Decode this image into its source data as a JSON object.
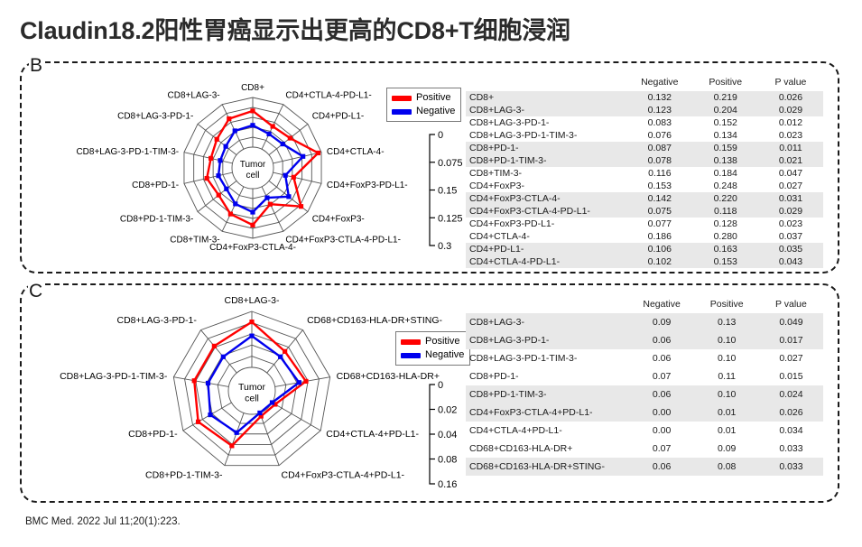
{
  "title": "Claudin18.2阳性胃癌显示出更高的CD8+T细胞浸润",
  "footer": "BMC Med. 2022 Jul 11;20(1):223.",
  "colors": {
    "positive": "#FF0000",
    "negative": "#0000EE",
    "grid": "#555555",
    "shade": "#e8e8e8"
  },
  "legend": {
    "positive_label": "Positive",
    "negative_label": "Negative"
  },
  "panel_b": {
    "letter": "B",
    "center_label_line1": "Tumor",
    "center_label_line2": "cell",
    "scale_ticks": [
      "0",
      "0.075",
      "0.15",
      "0.125",
      "0.3"
    ],
    "table": {
      "headers": [
        "",
        "Negative",
        "Positive",
        "P value"
      ],
      "rows": [
        {
          "name": "CD8+",
          "negative": "0.132",
          "positive": "0.219",
          "p": "0.026"
        },
        {
          "name": "CD8+LAG-3-",
          "negative": "0.123",
          "positive": "0.204",
          "p": "0.029"
        },
        {
          "name": "CD8+LAG-3-PD-1-",
          "negative": "0.083",
          "positive": "0.152",
          "p": "0.012"
        },
        {
          "name": "CD8+LAG-3-PD-1-TIM-3-",
          "negative": "0.076",
          "positive": "0.134",
          "p": "0.023"
        },
        {
          "name": "CD8+PD-1-",
          "negative": "0.087",
          "positive": "0.159",
          "p": "0.011"
        },
        {
          "name": "CD8+PD-1-TIM-3-",
          "negative": "0.078",
          "positive": "0.138",
          "p": "0.021"
        },
        {
          "name": "CD8+TIM-3-",
          "negative": "0.116",
          "positive": "0.184",
          "p": "0.047"
        },
        {
          "name": "CD4+FoxP3-",
          "negative": "0.153",
          "positive": "0.248",
          "p": "0.027"
        },
        {
          "name": "CD4+FoxP3-CTLA-4-",
          "negative": "0.142",
          "positive": "0.220",
          "p": "0.031"
        },
        {
          "name": "CD4+FoxP3-CTLA-4-PD-L1-",
          "negative": "0.075",
          "positive": "0.118",
          "p": "0.029"
        },
        {
          "name": "CD4+FoxP3-PD-L1-",
          "negative": "0.077",
          "positive": "0.128",
          "p": "0.023"
        },
        {
          "name": "CD4+CTLA-4-",
          "negative": "0.186",
          "positive": "0.280",
          "p": "0.037"
        },
        {
          "name": "CD4+PD-L1-",
          "negative": "0.106",
          "positive": "0.163",
          "p": "0.035"
        },
        {
          "name": "CD4+CTLA-4-PD-L1-",
          "negative": "0.102",
          "positive": "0.153",
          "p": "0.043"
        }
      ]
    }
  },
  "panel_c": {
    "letter": "C",
    "center_label_line1": "Tumor",
    "center_label_line2": "cell",
    "scale_ticks": [
      "0",
      "0.02",
      "0.04",
      "0.08",
      "0.16"
    ],
    "table": {
      "headers": [
        "",
        "Negative",
        "Positive",
        "P value"
      ],
      "rows": [
        {
          "name": "CD8+LAG-3-",
          "negative": "0.09",
          "positive": "0.13",
          "p": "0.049"
        },
        {
          "name": "CD8+LAG-3-PD-1-",
          "negative": "0.06",
          "positive": "0.10",
          "p": "0.017"
        },
        {
          "name": "CD8+LAG-3-PD-1-TIM-3-",
          "negative": "0.06",
          "positive": "0.10",
          "p": "0.027"
        },
        {
          "name": "CD8+PD-1-",
          "negative": "0.07",
          "positive": "0.11",
          "p": "0.015"
        },
        {
          "name": "CD8+PD-1-TIM-3-",
          "negative": "0.06",
          "positive": "0.10",
          "p": "0.024"
        },
        {
          "name": "CD4+FoxP3-CTLA-4+PD-L1-",
          "negative": "0.00",
          "positive": "0.01",
          "p": "0.026"
        },
        {
          "name": "CD4+CTLA-4+PD-L1-",
          "negative": "0.00",
          "positive": "0.01",
          "p": "0.034"
        },
        {
          "name": "CD68+CD163-HLA-DR+",
          "negative": "0.07",
          "positive": "0.09",
          "p": "0.033"
        },
        {
          "name": "CD68+CD163-HLA-DR+STING-",
          "negative": "0.06",
          "positive": "0.08",
          "p": "0.033"
        }
      ]
    }
  },
  "chart_data": [
    {
      "id": "radar-b",
      "type": "radar",
      "title": "",
      "center_label": "Tumor cell",
      "axis_max": 0.3,
      "rings": 5,
      "legend_position": "top-right",
      "categories": [
        "CD8+",
        "CD4+CTLA-4-PD-L1-",
        "CD4+PD-L1-",
        "CD4+CTLA-4-",
        "CD4+FoxP3-PD-L1-",
        "CD4+FoxP3-",
        "CD4+FoxP3-CTLA-4-PD-L1-",
        "CD4+FoxP3-CTLA-4-",
        "CD8+TIM-3-",
        "CD8+PD-1-TIM-3-",
        "CD8+PD-1-",
        "CD8+LAG-3-PD-1-TIM-3-",
        "CD8+LAG-3-PD-1-",
        "CD8+LAG-3-"
      ],
      "series": [
        {
          "name": "Positive",
          "color": "#FF0000",
          "values": [
            0.219,
            0.153,
            0.163,
            0.28,
            0.128,
            0.248,
            0.118,
            0.22,
            0.184,
            0.138,
            0.159,
            0.134,
            0.152,
            0.204
          ]
        },
        {
          "name": "Negative",
          "color": "#0000EE",
          "values": [
            0.132,
            0.102,
            0.106,
            0.186,
            0.077,
            0.153,
            0.075,
            0.142,
            0.116,
            0.078,
            0.087,
            0.076,
            0.083,
            0.123
          ]
        }
      ]
    },
    {
      "id": "radar-c",
      "type": "radar",
      "title": "",
      "center_label": "Tumor cell",
      "axis_max": 0.16,
      "rings": 5,
      "legend_position": "top-right",
      "categories": [
        "CD8+LAG-3-",
        "CD68+CD163-HLA-DR+STING-",
        "CD68+CD163-HLA-DR+",
        "CD4+CTLA-4+PD-L1-",
        "CD4+FoxP3-CTLA-4+PD-L1-",
        "CD8+PD-1-TIM-3-",
        "CD8+PD-1-",
        "CD8+LAG-3-PD-1-TIM-3-",
        "CD8+LAG-3-PD-1-"
      ],
      "series": [
        {
          "name": "Positive",
          "color": "#FF0000",
          "values": [
            0.13,
            0.08,
            0.09,
            0.01,
            0.01,
            0.1,
            0.11,
            0.1,
            0.1
          ]
        },
        {
          "name": "Negative",
          "color": "#0000EE",
          "values": [
            0.09,
            0.06,
            0.07,
            0.0,
            0.0,
            0.06,
            0.07,
            0.06,
            0.06
          ]
        }
      ]
    }
  ]
}
